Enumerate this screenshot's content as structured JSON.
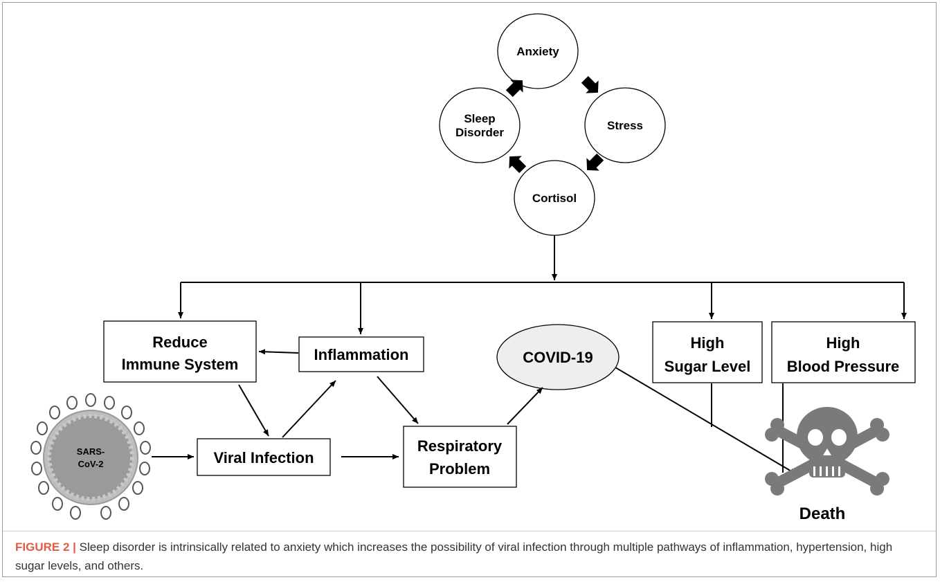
{
  "nodes": {
    "anxiety": "Anxiety",
    "stress": "Stress",
    "sleep_disorder": [
      "Sleep",
      "Disorder"
    ],
    "cortisol": "Cortisol",
    "reduce_immune": [
      "Reduce",
      "Immune System"
    ],
    "inflammation": "Inflammation",
    "covid": "COVID-19",
    "high_sugar": [
      "High",
      "Sugar Level"
    ],
    "high_bp": [
      "High",
      "Blood Pressure"
    ],
    "viral_infection": "Viral Infection",
    "respiratory": [
      "Respiratory",
      "Problem"
    ],
    "virus": [
      "SARS-",
      "CoV-2"
    ],
    "death": "Death"
  },
  "caption": {
    "label": "FIGURE 2",
    "separator": " | ",
    "text": "Sleep disorder is intrinsically related to anxiety which increases the possibility of viral infection through multiple pathways of inflammation, hypertension, high sugar levels, and others."
  },
  "colors": {
    "covid_fill": "#eeeeee",
    "virus_fill": "#9a9a9a",
    "skull": "#7a7a7a",
    "caption_label": "#e15b45"
  }
}
